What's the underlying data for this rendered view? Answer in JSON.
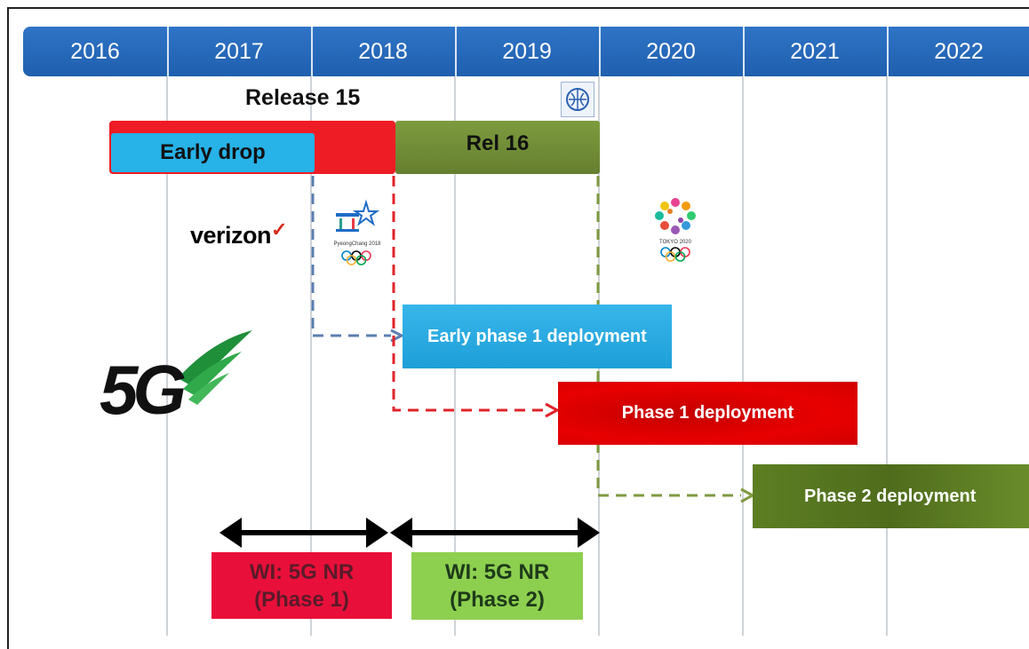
{
  "years": [
    "2016",
    "2017",
    "2018",
    "2019",
    "2020",
    "2021",
    "2022"
  ],
  "release15": {
    "label": "Release 15"
  },
  "early_drop": {
    "label": "Early drop"
  },
  "rel16": {
    "label": "Rel 16"
  },
  "logos": {
    "verizon": "verizon",
    "pyeongchang": "PyeongChang 2018",
    "tokyo": "TOKYO 2020",
    "fiveg": "5G"
  },
  "deployments": {
    "early_phase1": "Early phase 1 deployment",
    "phase1": "Phase 1 deployment",
    "phase2": "Phase 2 deployment"
  },
  "work_items": {
    "phase1": {
      "line1": "WI: 5G NR",
      "line2": "(Phase 1)"
    },
    "phase2": {
      "line1": "WI: 5G NR",
      "line2": "(Phase 2)"
    }
  },
  "colors": {
    "header_blue": "#2f74c6",
    "release_red": "#ee1c25",
    "early_drop_cyan": "#27b2e8",
    "rel16_green": "#6f8f35",
    "wi_phase1_red": "#e8103a",
    "wi_phase2_green": "#8dcf4f"
  }
}
